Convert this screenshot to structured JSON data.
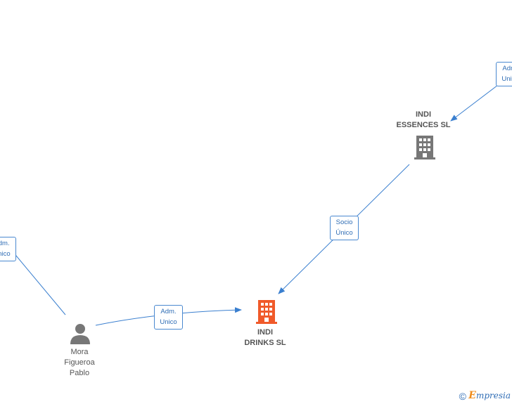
{
  "colors": {
    "edge": "#3a7fcf",
    "company_main": "#f05a2a",
    "company_other": "#777777",
    "person": "#777777"
  },
  "nodes": {
    "indi_drinks": {
      "line1": "INDI",
      "line2": "DRINKS  SL",
      "icon": "building-icon"
    },
    "indi_essences": {
      "line1": "INDI",
      "line2": "ESSENCES  SL",
      "icon": "building-icon"
    },
    "mora": {
      "line1": "Mora",
      "line2": "Figueroa",
      "line3": "Pablo",
      "icon": "person-icon"
    }
  },
  "edges": {
    "mora_to_drinks": {
      "line1": "Adm.",
      "line2": "Unico"
    },
    "essences_to_drinks": {
      "line1": "Socio",
      "line2": "Único"
    },
    "left_to_mora": {
      "line1": "Adm.",
      "line2": "Unico"
    },
    "right_to_essences": {
      "line1": "Adm.",
      "line2": "Unico"
    }
  },
  "watermark": {
    "symbol": "©",
    "brand_first": "E",
    "brand_rest": "mpresia"
  }
}
